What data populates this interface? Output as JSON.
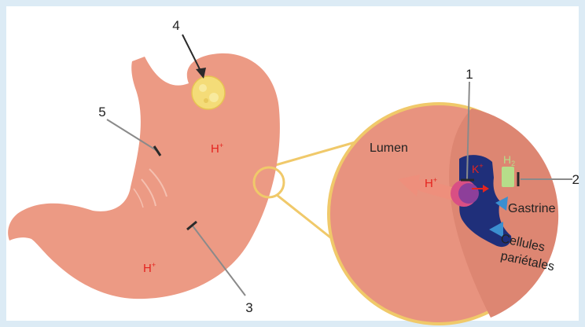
{
  "diagram": {
    "callouts": {
      "c1": "1",
      "c2": "2",
      "c3": "3",
      "c4": "4",
      "c5": "5"
    },
    "stomach": {
      "ion_upper": "H",
      "ion_lower": "H",
      "ion_charge": "+"
    },
    "zoom": {
      "lumen": "Lumen",
      "h_ion": "H",
      "k_ion": "K",
      "ion_charge": "+",
      "h2_base": "H",
      "h2_sub": "2",
      "gastrine": "Gastrine",
      "cellules_line1": "Cellules",
      "cellules_line2": "pariétales"
    },
    "colors": {
      "stomach": "#ec9a84",
      "zoom_circle": "#e38c78",
      "outline": "#f0c96a",
      "cell": "#1f2f7a",
      "receptor": "#3b8fd0",
      "h2": "#b6dd8a",
      "ion_red": "#e4241f"
    }
  }
}
